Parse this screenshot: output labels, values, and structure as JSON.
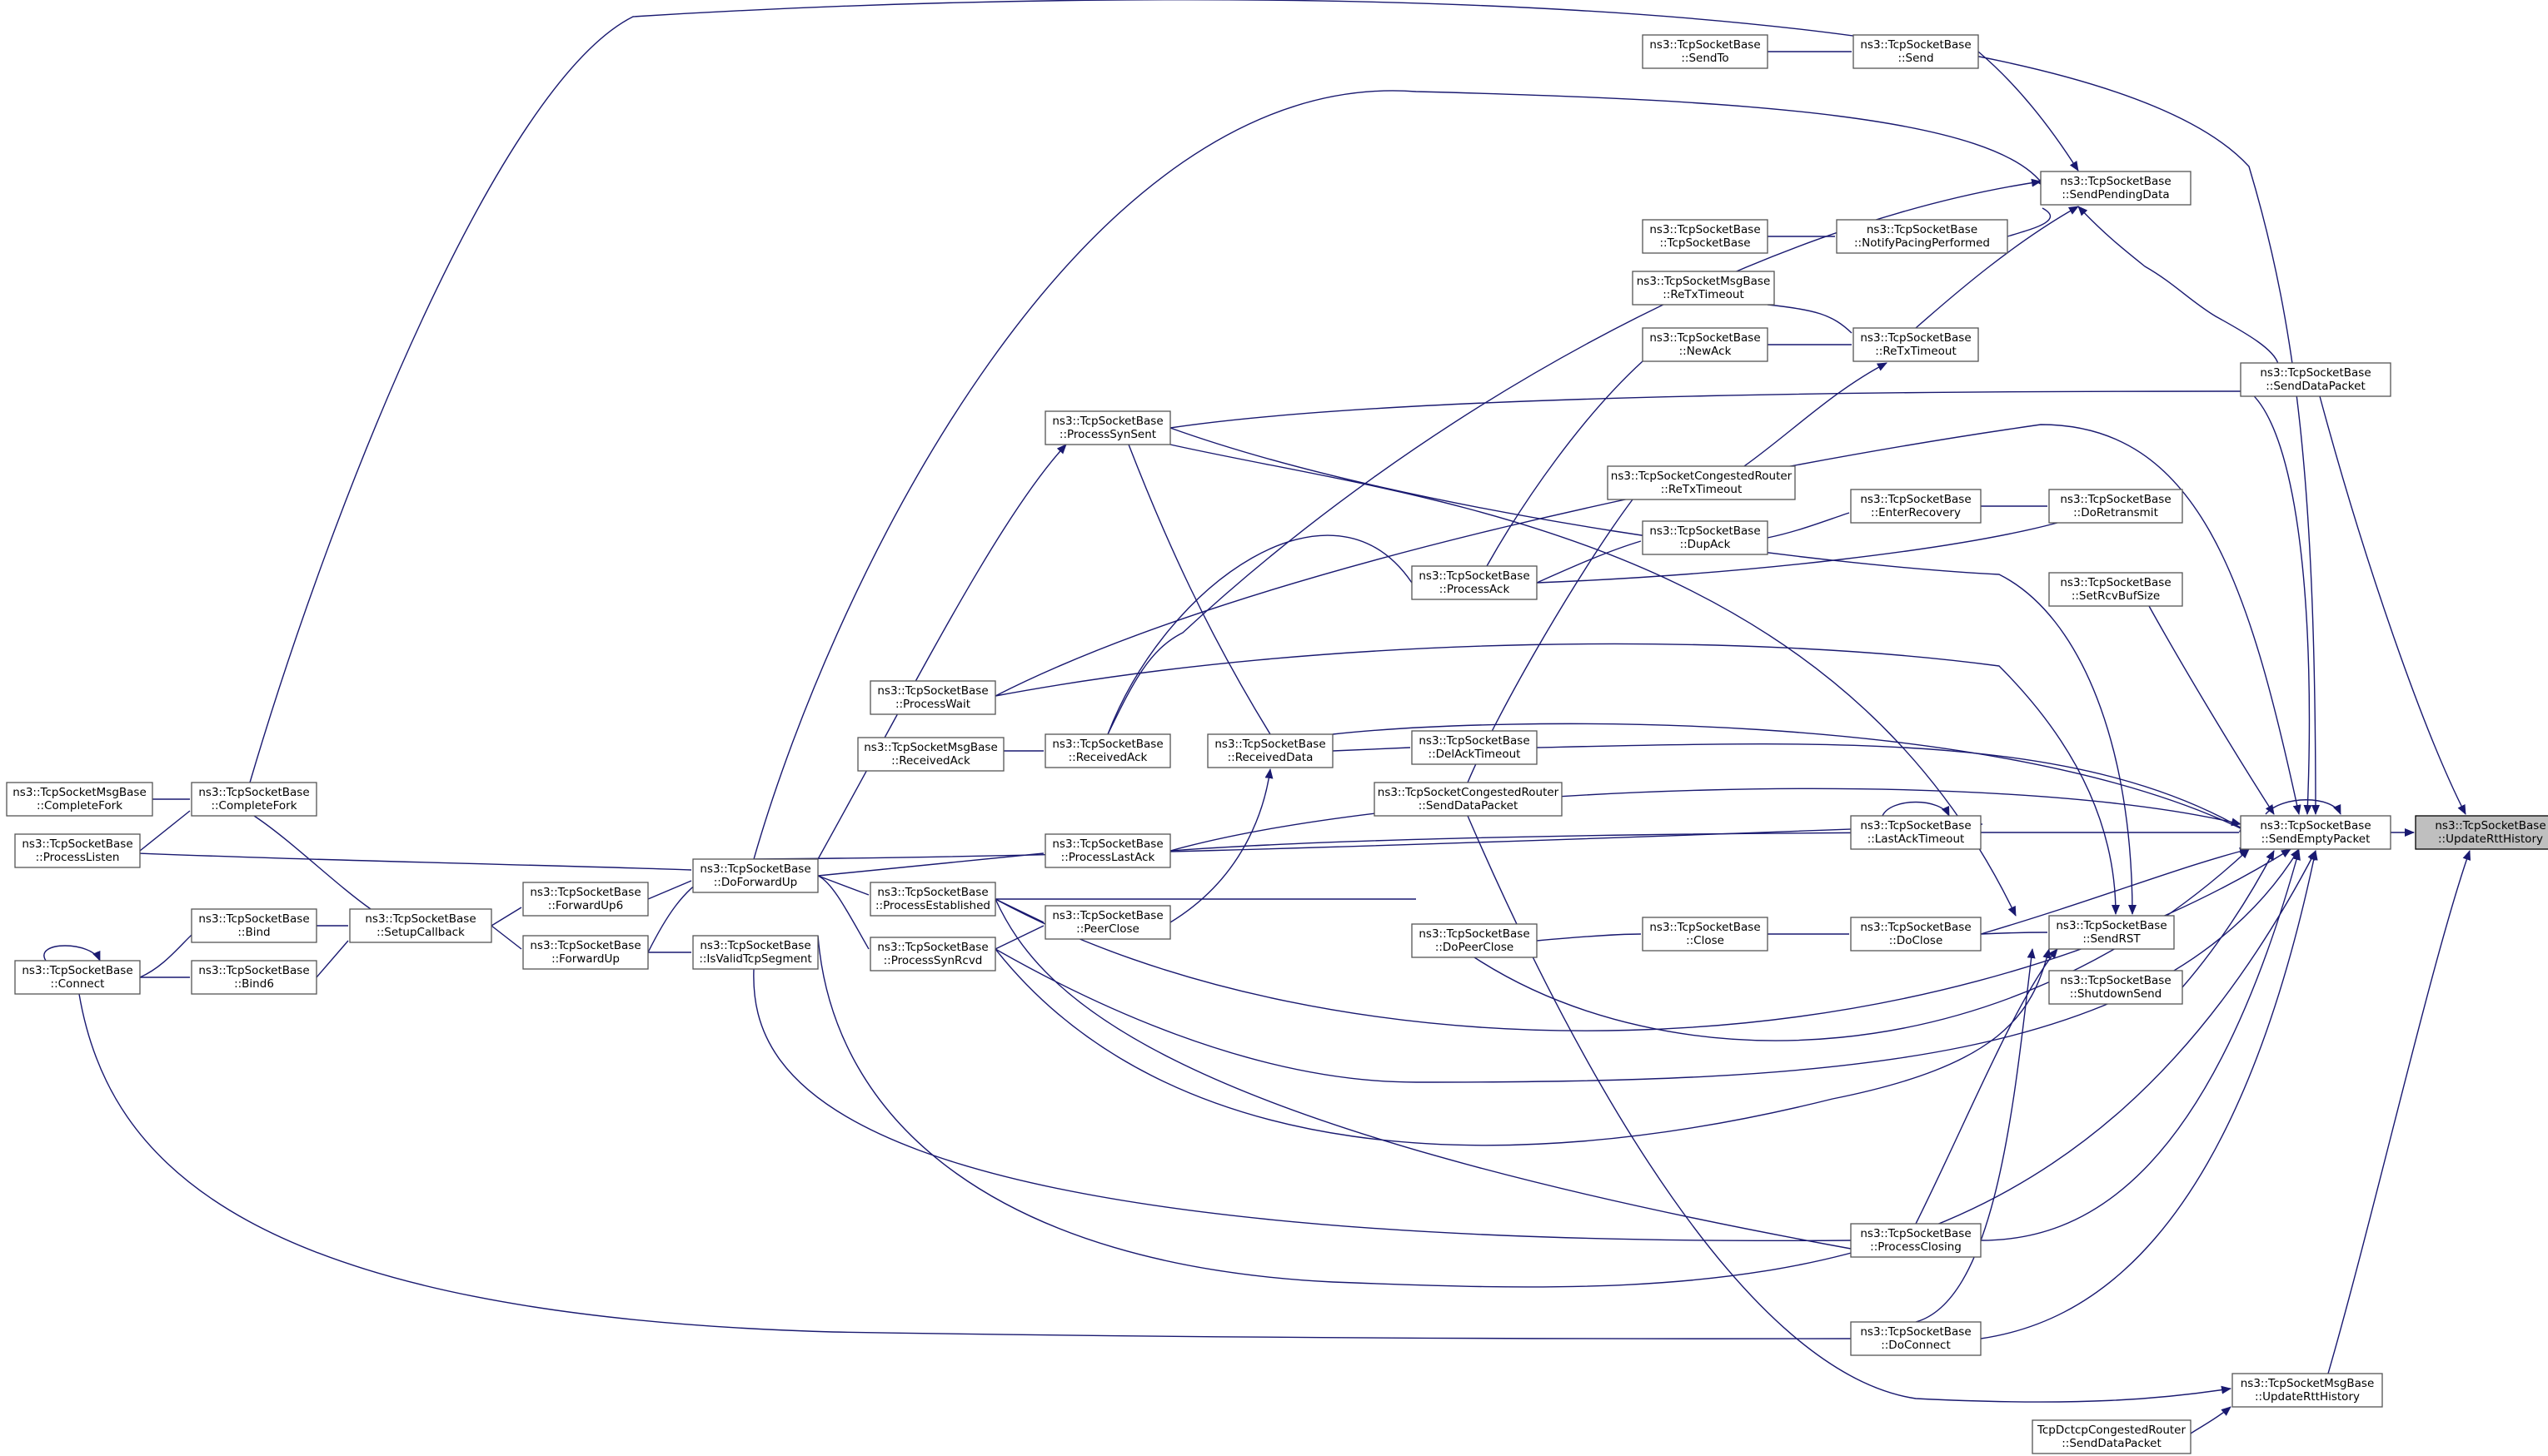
{
  "diagram": {
    "type": "call-graph",
    "edge_color": "#191970",
    "highlight_fill": "#bfbfbf",
    "nodes": [
      {
        "id": "target",
        "lines": [
          "ns3::TcpSocketBase",
          "::UpdateRttHistory"
        ],
        "highlight": true
      },
      {
        "id": "msg_update",
        "lines": [
          "ns3::TcpSocketMsgBase",
          "::UpdateRttHistory"
        ]
      },
      {
        "id": "dctcp_senddata",
        "lines": [
          "TcpDctcpCongestedRouter",
          "::SendDataPacket"
        ]
      },
      {
        "id": "sendempty",
        "lines": [
          "ns3::TcpSocketBase",
          "::SendEmptyPacket"
        ]
      },
      {
        "id": "senddata",
        "lines": [
          "ns3::TcpSocketBase",
          "::SendDataPacket"
        ]
      },
      {
        "id": "sendpending",
        "lines": [
          "ns3::TcpSocketBase",
          "::SendPendingData"
        ]
      },
      {
        "id": "send",
        "lines": [
          "ns3::TcpSocketBase",
          "::Send"
        ]
      },
      {
        "id": "sendto",
        "lines": [
          "ns3::TcpSocketBase",
          "::SendTo"
        ]
      },
      {
        "id": "notifypacing",
        "lines": [
          "ns3::TcpSocketBase",
          "::NotifyPacingPerformed"
        ]
      },
      {
        "id": "tcpsocketbase",
        "lines": [
          "ns3::TcpSocketBase",
          "::TcpSocketBase"
        ]
      },
      {
        "id": "msg_retx",
        "lines": [
          "ns3::TcpSocketMsgBase",
          "::ReTxTimeout"
        ]
      },
      {
        "id": "retx",
        "lines": [
          "ns3::TcpSocketBase",
          "::ReTxTimeout"
        ]
      },
      {
        "id": "newack",
        "lines": [
          "ns3::TcpSocketBase",
          "::NewAck"
        ]
      },
      {
        "id": "congested_retx",
        "lines": [
          "ns3::TcpSocketCongestedRouter",
          "::ReTxTimeout"
        ]
      },
      {
        "id": "enterrecovery",
        "lines": [
          "ns3::TcpSocketBase",
          "::EnterRecovery"
        ]
      },
      {
        "id": "doretransmit",
        "lines": [
          "ns3::TcpSocketBase",
          "::DoRetransmit"
        ]
      },
      {
        "id": "dupack",
        "lines": [
          "ns3::TcpSocketBase",
          "::DupAck"
        ]
      },
      {
        "id": "processack",
        "lines": [
          "ns3::TcpSocketBase",
          "::ProcessAck"
        ]
      },
      {
        "id": "setrcvbuf",
        "lines": [
          "ns3::TcpSocketBase",
          "::SetRcvBufSize"
        ]
      },
      {
        "id": "processsynsent",
        "lines": [
          "ns3::TcpSocketBase",
          "::ProcessSynSent"
        ]
      },
      {
        "id": "processwait",
        "lines": [
          "ns3::TcpSocketBase",
          "::ProcessWait"
        ]
      },
      {
        "id": "msg_receivedack",
        "lines": [
          "ns3::TcpSocketMsgBase",
          "::ReceivedAck"
        ]
      },
      {
        "id": "receivedack",
        "lines": [
          "ns3::TcpSocketBase",
          "::ReceivedAck"
        ]
      },
      {
        "id": "receiveddata",
        "lines": [
          "ns3::TcpSocketBase",
          "::ReceivedData"
        ]
      },
      {
        "id": "delacktimeout",
        "lines": [
          "ns3::TcpSocketBase",
          "::DelAckTimeout"
        ]
      },
      {
        "id": "congested_senddata",
        "lines": [
          "ns3::TcpSocketCongestedRouter",
          "::SendDataPacket"
        ]
      },
      {
        "id": "lastacktimeout",
        "lines": [
          "ns3::TcpSocketBase",
          "::LastAckTimeout"
        ]
      },
      {
        "id": "processlastack",
        "lines": [
          "ns3::TcpSocketBase",
          "::ProcessLastAck"
        ]
      },
      {
        "id": "doforwardup",
        "lines": [
          "ns3::TcpSocketBase",
          "::DoForwardUp"
        ]
      },
      {
        "id": "processestablished",
        "lines": [
          "ns3::TcpSocketBase",
          "::ProcessEstablished"
        ]
      },
      {
        "id": "peerclose",
        "lines": [
          "ns3::TcpSocketBase",
          "::PeerClose"
        ]
      },
      {
        "id": "processsynrcvd",
        "lines": [
          "ns3::TcpSocketBase",
          "::ProcessSynRcvd"
        ]
      },
      {
        "id": "dopeerclose",
        "lines": [
          "ns3::TcpSocketBase",
          "::DoPeerClose"
        ]
      },
      {
        "id": "close",
        "lines": [
          "ns3::TcpSocketBase",
          "::Close"
        ]
      },
      {
        "id": "doclose",
        "lines": [
          "ns3::TcpSocketBase",
          "::DoClose"
        ]
      },
      {
        "id": "sendrst",
        "lines": [
          "ns3::TcpSocketBase",
          "::SendRST"
        ]
      },
      {
        "id": "shutdownsend",
        "lines": [
          "ns3::TcpSocketBase",
          "::ShutdownSend"
        ]
      },
      {
        "id": "forwardup6",
        "lines": [
          "ns3::TcpSocketBase",
          "::ForwardUp6"
        ]
      },
      {
        "id": "forwardup",
        "lines": [
          "ns3::TcpSocketBase",
          "::ForwardUp"
        ]
      },
      {
        "id": "isvalid",
        "lines": [
          "ns3::TcpSocketBase",
          "::IsValidTcpSegment"
        ]
      },
      {
        "id": "setupcallback",
        "lines": [
          "ns3::TcpSocketBase",
          "::SetupCallback"
        ]
      },
      {
        "id": "bind",
        "lines": [
          "ns3::TcpSocketBase",
          "::Bind"
        ]
      },
      {
        "id": "bind6",
        "lines": [
          "ns3::TcpSocketBase",
          "::Bind6"
        ]
      },
      {
        "id": "connect",
        "lines": [
          "ns3::TcpSocketBase",
          "::Connect"
        ]
      },
      {
        "id": "completefork",
        "lines": [
          "ns3::TcpSocketBase",
          "::CompleteFork"
        ]
      },
      {
        "id": "msg_completefork",
        "lines": [
          "ns3::TcpSocketMsgBase",
          "::CompleteFork"
        ]
      },
      {
        "id": "processlisten",
        "lines": [
          "ns3::TcpSocketBase",
          "::ProcessListen"
        ]
      },
      {
        "id": "processclosing",
        "lines": [
          "ns3::TcpSocketBase",
          "::ProcessClosing"
        ]
      },
      {
        "id": "doconnect",
        "lines": [
          "ns3::TcpSocketBase",
          "::DoConnect"
        ]
      }
    ]
  }
}
